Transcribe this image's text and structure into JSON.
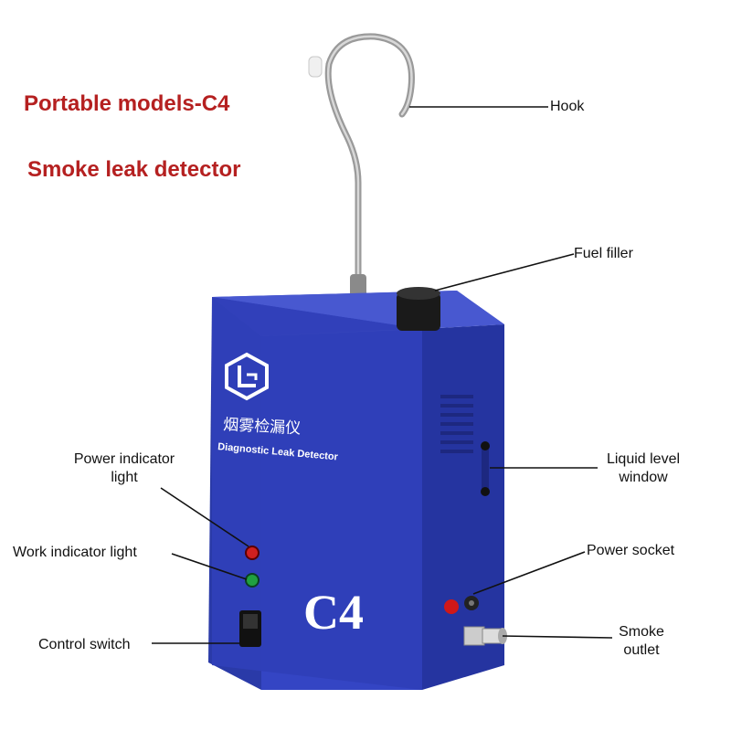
{
  "headline": {
    "model": "Portable models-C4",
    "product": "Smoke leak detector"
  },
  "device": {
    "model_mark": "C4",
    "chinese_name": "烟雾检漏仪",
    "english_name": "Diagnostic Leak Detector",
    "body_color": "#2f3fb8",
    "top_color": "#4a5ad4",
    "side_color": "#2534a0"
  },
  "callouts": {
    "hook": "Hook",
    "fuel_filler": "Fuel filler",
    "liquid_level": [
      "Liquid level",
      "window"
    ],
    "power_socket": "Power socket",
    "smoke_outlet": [
      "Smoke",
      "outlet"
    ],
    "power_indicator": [
      "Power indicator",
      "light"
    ],
    "work_indicator": "Work indicator light",
    "control_switch": "Control switch"
  },
  "indicator_colors": {
    "power": "#d02020",
    "work": "#20a040"
  }
}
